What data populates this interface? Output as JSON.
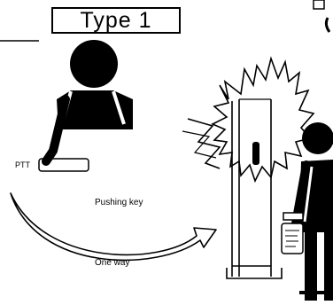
{
  "title": "Type 1",
  "labels": {
    "ptt": "PTT",
    "pushing_key": "Pushing key",
    "one_way": "One way"
  },
  "icons": [
    "operator-figure",
    "ptt-key",
    "wall-barrier",
    "receiving-person",
    "handheld-radio",
    "curved-arrow"
  ],
  "colors": {
    "ink": "#000000",
    "background": "#ffffff"
  }
}
